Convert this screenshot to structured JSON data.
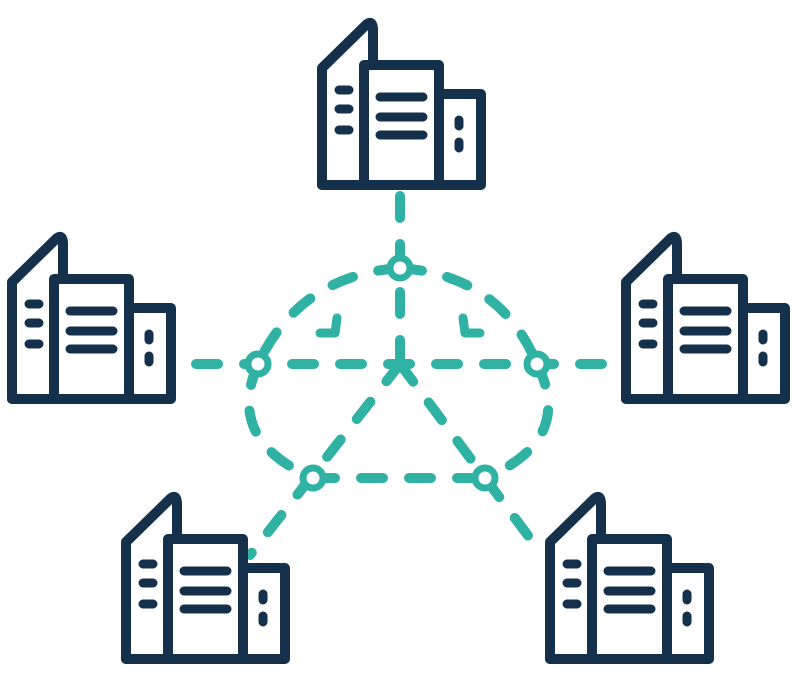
{
  "colors": {
    "building": "#14304a",
    "network": "#2fb1a3",
    "background": "#ffffff"
  },
  "icons": {
    "building": "office-building-icon",
    "node": "network-node-icon"
  },
  "buildings": [
    {
      "name": "building-top"
    },
    {
      "name": "building-left"
    },
    {
      "name": "building-right"
    },
    {
      "name": "building-bottom-left"
    },
    {
      "name": "building-bottom-right"
    }
  ]
}
